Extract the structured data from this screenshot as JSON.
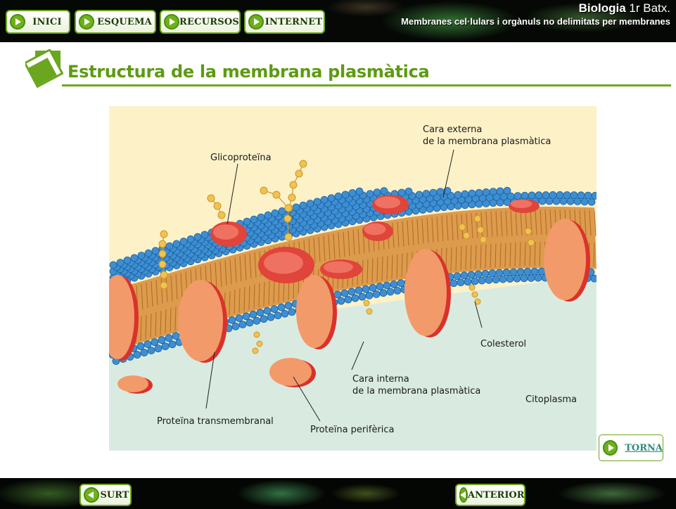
{
  "nav": {
    "buttons": [
      {
        "label": "INICI"
      },
      {
        "label": "ESQUEMA"
      },
      {
        "label": "RECURSOS"
      },
      {
        "label": "INTERNET"
      }
    ]
  },
  "course": {
    "subject": "Biologia",
    "level": "1r Batx.",
    "unit": "Membranes cel·lulars i orgànuls no delimitats per membranes"
  },
  "page": {
    "title": "Estructura de la membrana plasmàtica"
  },
  "figure": {
    "labels": {
      "glicoproteina": "Glicoproteïna",
      "cara_externa_1": "Cara externa",
      "cara_externa_2": "de la membrana plasmàtica",
      "colesterol": "Colesterol",
      "cara_interna_1": "Cara interna",
      "cara_interna_2": "de la membrana plasmàtica",
      "citoplasma": "Citoplasma",
      "proteina_transmembranal": "Proteïna transmembranal",
      "proteina_periferica": "Proteïna perifèrica"
    },
    "colors": {
      "outside": "#fdf1c8",
      "inside": "#d9ebe1",
      "phospholipid_head": "#3d8fd4",
      "lipid_tail": "#d9913f",
      "protein": "#f39a6a",
      "protein_edge": "#d9322b",
      "sugar": "#f2c24e"
    }
  },
  "torna": {
    "label": "TORNA"
  },
  "footer": {
    "buttons": [
      {
        "label": "SURT"
      },
      {
        "label": "ANTERIOR"
      }
    ]
  }
}
